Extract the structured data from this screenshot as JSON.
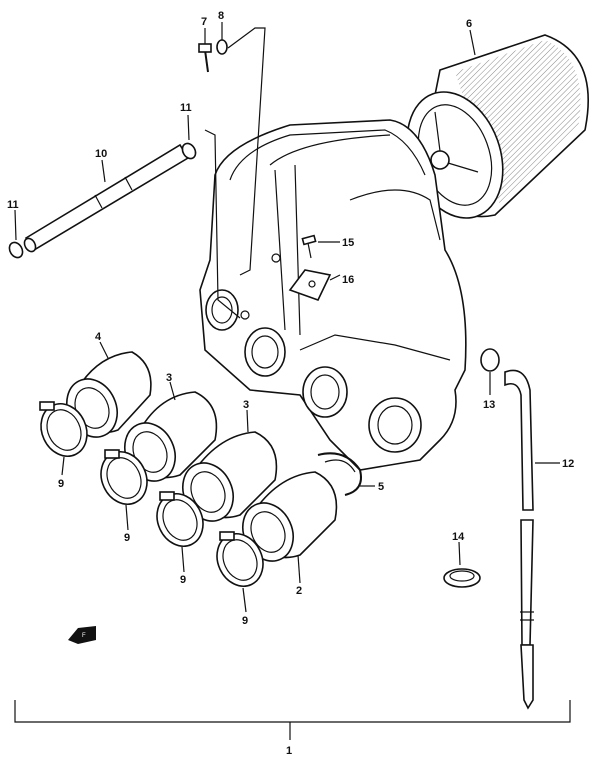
{
  "callouts": {
    "c1": "1",
    "c2": "2",
    "c3a": "3",
    "c3b": "3",
    "c4": "4",
    "c5": "5",
    "c6": "6",
    "c7": "7",
    "c8": "8",
    "c9a": "9",
    "c9b": "9",
    "c9c": "9",
    "c9d": "9",
    "c10": "10",
    "c11a": "11",
    "c11b": "11",
    "c12": "12",
    "c13": "13",
    "c14": "14",
    "c15": "15",
    "c16": "16"
  },
  "icons": {
    "front_arrow": "front-arrow-icon"
  }
}
